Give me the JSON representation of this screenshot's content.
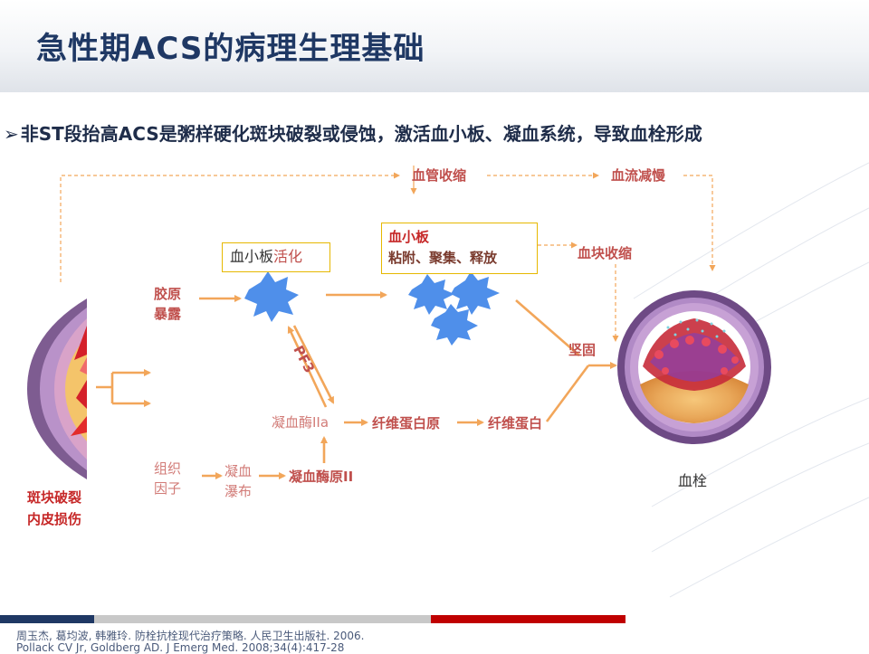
{
  "title": "急性期ACS的病理生理基础",
  "bullet": "非ST段抬高ACS是粥样硬化斑块破裂或侵蚀，激活血小板、凝血系统，导致血栓形成",
  "labels": {
    "vessel_constriction": "血管收缩",
    "flow_reduction": "血流减慢",
    "platelet_activation_prefix": "血小板",
    "platelet_activation_suffix": "活化",
    "platelet_title": "血小板",
    "platelet_actions": "粘附、聚集、释放",
    "clot_retraction": "血块收缩",
    "collagen_line1": "胶原",
    "collagen_line2": "暴露",
    "pf3": "PF3",
    "stabilize": "坚固",
    "thrombin": "凝血酶IIa",
    "fibrinogen": "纤维蛋白原",
    "fibrin": "纤维蛋白",
    "tissue_factor_line1": "组织",
    "tissue_factor_line2": "因子",
    "cascade_line1": "凝血",
    "cascade_line2": "瀑布",
    "prothrombin": "凝血酶原II",
    "plaque_line1": "斑块破裂",
    "plaque_line2": "内皮损伤",
    "thrombus": "血栓"
  },
  "references": [
    "周玉杰, 葛均波, 韩雅玲. 防栓抗栓现代治疗策略. 人民卫生出版社. 2006.",
    "Pollack CV Jr, Goldberg AD. J Emerg Med. 2008;34(4):417-28"
  ],
  "colors": {
    "arrow": "#f2a65a",
    "label_red": "#c0504d",
    "title_blue": "#1f3864",
    "platelet_blue": "#4f8fea",
    "box_border": "#e6b800",
    "footer_navy": "#1f3864",
    "footer_red": "#c00000",
    "footer_gray": "#c8c8c8"
  }
}
